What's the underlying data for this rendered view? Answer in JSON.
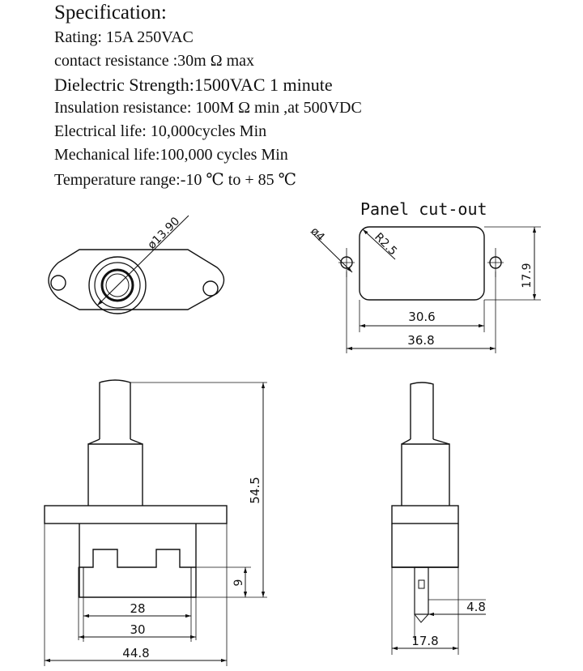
{
  "spec": {
    "title": "Specification:",
    "rating": "Rating: 15A 250VAC",
    "contact_resistance": "contact resistance :30m Ω max",
    "dielectric": "Dielectric Strength:1500VAC 1 minute",
    "insulation": "Insulation resistance: 100M Ω min ,at 500VDC",
    "electrical_life": "Electrical life: 10,000cycles Min",
    "mechanical_life": "Mechanical life:100,000 cycles Min",
    "temperature": "Temperature range:-10 ℃ to + 85 ℃"
  },
  "top_view": {
    "diameter_label": "ø13.90"
  },
  "panel_cutout": {
    "title": "Panel cut-out",
    "hole_dia_label": "ø4",
    "corner_radius_label": "R2.5",
    "height_label": "17.9",
    "inner_width_label": "30.6",
    "outer_width_label": "36.8"
  },
  "front_view": {
    "height_label": "54.5",
    "terminal_label": "9",
    "dim_28": "28",
    "dim_30": "30",
    "dim_448": "44.8"
  },
  "side_view": {
    "dim_48": "4.8",
    "dim_178": "17.8"
  }
}
